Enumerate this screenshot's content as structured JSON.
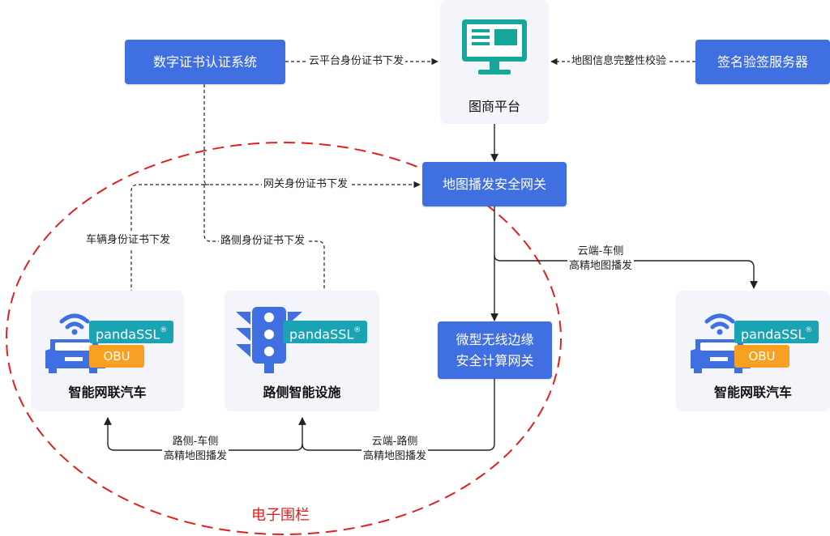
{
  "nodes": {
    "cert_system": "数字证书认证系统",
    "map_platform": "图商平台",
    "sign_server": "签名验签服务器",
    "map_gateway": "地图播发安全网关",
    "micro_gateway_line1": "微型无线边缘",
    "micro_gateway_line2": "安全计算网关",
    "vehicle_left": "智能网联汽车",
    "roadside": "路侧智能设施",
    "vehicle_right": "智能网联汽车"
  },
  "badges": {
    "ssl": "pandaSSL",
    "ssl_mark": "®",
    "obu": "OBU"
  },
  "edges": {
    "cloud_cert": "云平台身份证书下发",
    "map_integrity": "地图信息完整性校验",
    "gateway_cert": "网关身份证书下发",
    "vehicle_cert": "车辆身份证书下发",
    "roadside_cert": "路侧身份证书下发",
    "cloud_vehicle_line1": "云端-车侧",
    "cloud_vehicle_line2": "高精地图播发",
    "roadside_vehicle_line1": "路侧-车侧",
    "roadside_vehicle_line2": "高精地图播发",
    "cloud_roadside_line1": "云端-路侧",
    "cloud_roadside_line2": "高精地图播发"
  },
  "fence_label": "电子围栏",
  "colors": {
    "node_blue": "#3f6fe0",
    "card_bg": "#f3f5fb",
    "icon_blue": "#3f6fe0",
    "monitor_teal": "#17a79a",
    "ssl_teal": "#1aa3b3",
    "obu_orange": "#f7a021",
    "fence_red": "#e02020"
  }
}
